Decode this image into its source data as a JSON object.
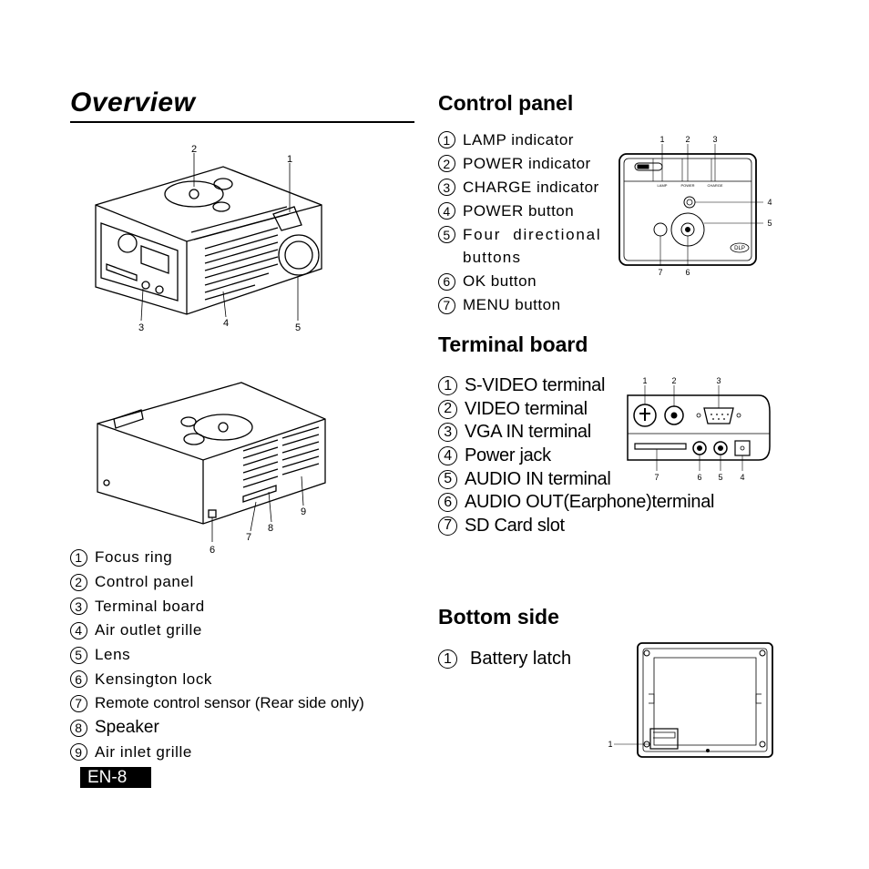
{
  "title": "Overview",
  "overview": {
    "items": [
      {
        "n": "1",
        "label": "Focus ring"
      },
      {
        "n": "2",
        "label": "Control panel"
      },
      {
        "n": "3",
        "label": "Terminal board"
      },
      {
        "n": "4",
        "label": "Air outlet grille"
      },
      {
        "n": "5",
        "label": "Lens"
      },
      {
        "n": "6",
        "label": "Kensington lock"
      },
      {
        "n": "7",
        "label": "Remote control sensor (Rear side only)"
      },
      {
        "n": "8",
        "label": "Speaker"
      },
      {
        "n": "9",
        "label": "Air inlet grille"
      }
    ]
  },
  "control_panel": {
    "heading": "Control panel",
    "items": [
      {
        "n": "1",
        "label": "LAMP indicator"
      },
      {
        "n": "2",
        "label": "POWER indicator"
      },
      {
        "n": "3",
        "label": "CHARGE indicator"
      },
      {
        "n": "4",
        "label": "POWER button"
      },
      {
        "n": "5",
        "label": "Four  directional"
      },
      {
        "n": "",
        "label": "buttons"
      },
      {
        "n": "6",
        "label": "OK button"
      },
      {
        "n": "7",
        "label": "MENU button"
      }
    ],
    "panel_labels": [
      "LAMP",
      "POWER",
      "CHARGE"
    ],
    "logo": "DLP"
  },
  "terminal_board": {
    "heading": "Terminal board",
    "items": [
      {
        "n": "1",
        "label": "S-VIDEO terminal"
      },
      {
        "n": "2",
        "label": "VIDEO terminal"
      },
      {
        "n": "3",
        "label": "VGA IN terminal"
      },
      {
        "n": "4",
        "label": "Power jack"
      },
      {
        "n": "5",
        "label": "AUDIO IN terminal"
      },
      {
        "n": "6",
        "label": "AUDIO OUT(Earphone)terminal"
      },
      {
        "n": "7",
        "label": "SD Card slot"
      }
    ]
  },
  "bottom_side": {
    "heading": "Bottom side",
    "items": [
      {
        "n": "1",
        "label": "Battery latch"
      }
    ]
  },
  "callouts": [
    "1",
    "2",
    "3",
    "4",
    "5",
    "6",
    "7",
    "8",
    "9"
  ],
  "page_label": "EN-8"
}
